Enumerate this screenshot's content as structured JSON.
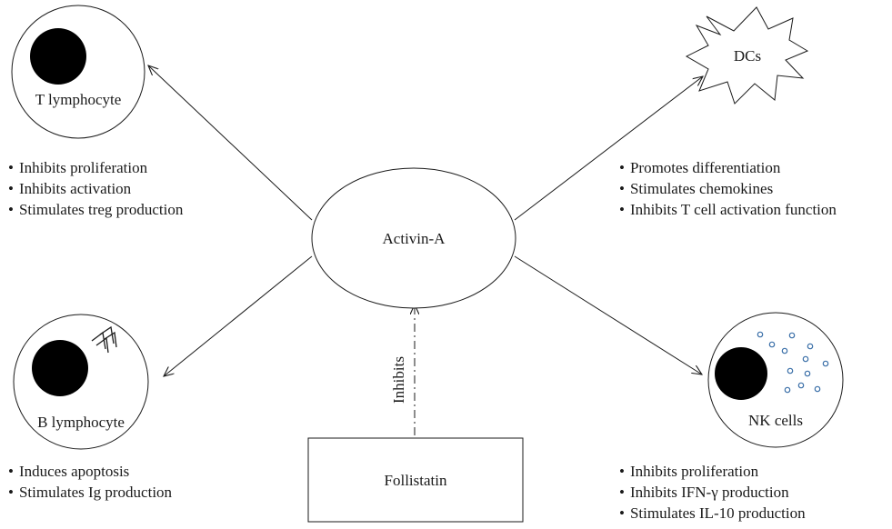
{
  "hub": {
    "label": "Activin-A",
    "color": "#c0272d"
  },
  "inhibitor": {
    "label": "Follistatin",
    "color": "#3a9e4f"
  },
  "inhibits_label": {
    "text": "Inhibits",
    "color": "#2b2b6b"
  },
  "cells": {
    "t_lymphocyte": {
      "label": "T lymphocyte",
      "effects": [
        "Inhibits proliferation",
        "Inhibits activation",
        "Stimulates treg production"
      ]
    },
    "b_lymphocyte": {
      "label": "B lymphocyte",
      "effects": [
        "Induces apoptosis",
        "Stimulates Ig production"
      ]
    },
    "dcs": {
      "label": "DCs",
      "effects": [
        "Promotes differentiation",
        "Stimulates chemokines",
        "Inhibits T cell activation function"
      ]
    },
    "nk_cells": {
      "label": "NK cells",
      "effects": [
        "Inhibits proliferation",
        "Inhibits IFN-γ production",
        "Stimulates IL-10 production"
      ]
    }
  },
  "colors": {
    "granule": "#3a6fa8",
    "line": "#1a1a1a"
  }
}
